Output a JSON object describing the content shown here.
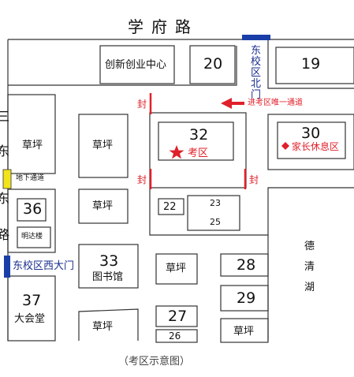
{
  "road": {
    "top": "学府路"
  },
  "campus": {
    "left_name": "三东东路",
    "left_chars": [
      "三",
      "东",
      "东",
      "路"
    ]
  },
  "gates": {
    "north": {
      "label": "东校区北门",
      "chars": [
        "东",
        "校",
        "区",
        "北",
        "门"
      ]
    },
    "west": {
      "label": "东校区西大门"
    }
  },
  "arrow_note": "进考区唯一通道",
  "buildings": {
    "innovation": "创新创业中心",
    "b20": "20",
    "b19": "19",
    "b32": "32",
    "exam_area": "考区",
    "b30": "30",
    "parent_area": "家长休息区",
    "b36": "36",
    "mingda": "明达楼",
    "b22": "22",
    "b23": "23",
    "b25": "25",
    "b33": "33",
    "library": "图书馆",
    "b28": "28",
    "b29": "29",
    "b37": "37",
    "auditorium": "大会堂",
    "b27": "27",
    "b26": "26"
  },
  "lawn": "草坪",
  "underpass": "地下通道",
  "seal": "封",
  "lake": {
    "name": "德清湖",
    "chars": [
      "德",
      "清",
      "湖"
    ]
  },
  "caption": "（考区示意图）",
  "colors": {
    "seal_red": "#e0202a",
    "gate_blue": "#1a3ea8",
    "underpass_yellow": "#f2e41c"
  }
}
